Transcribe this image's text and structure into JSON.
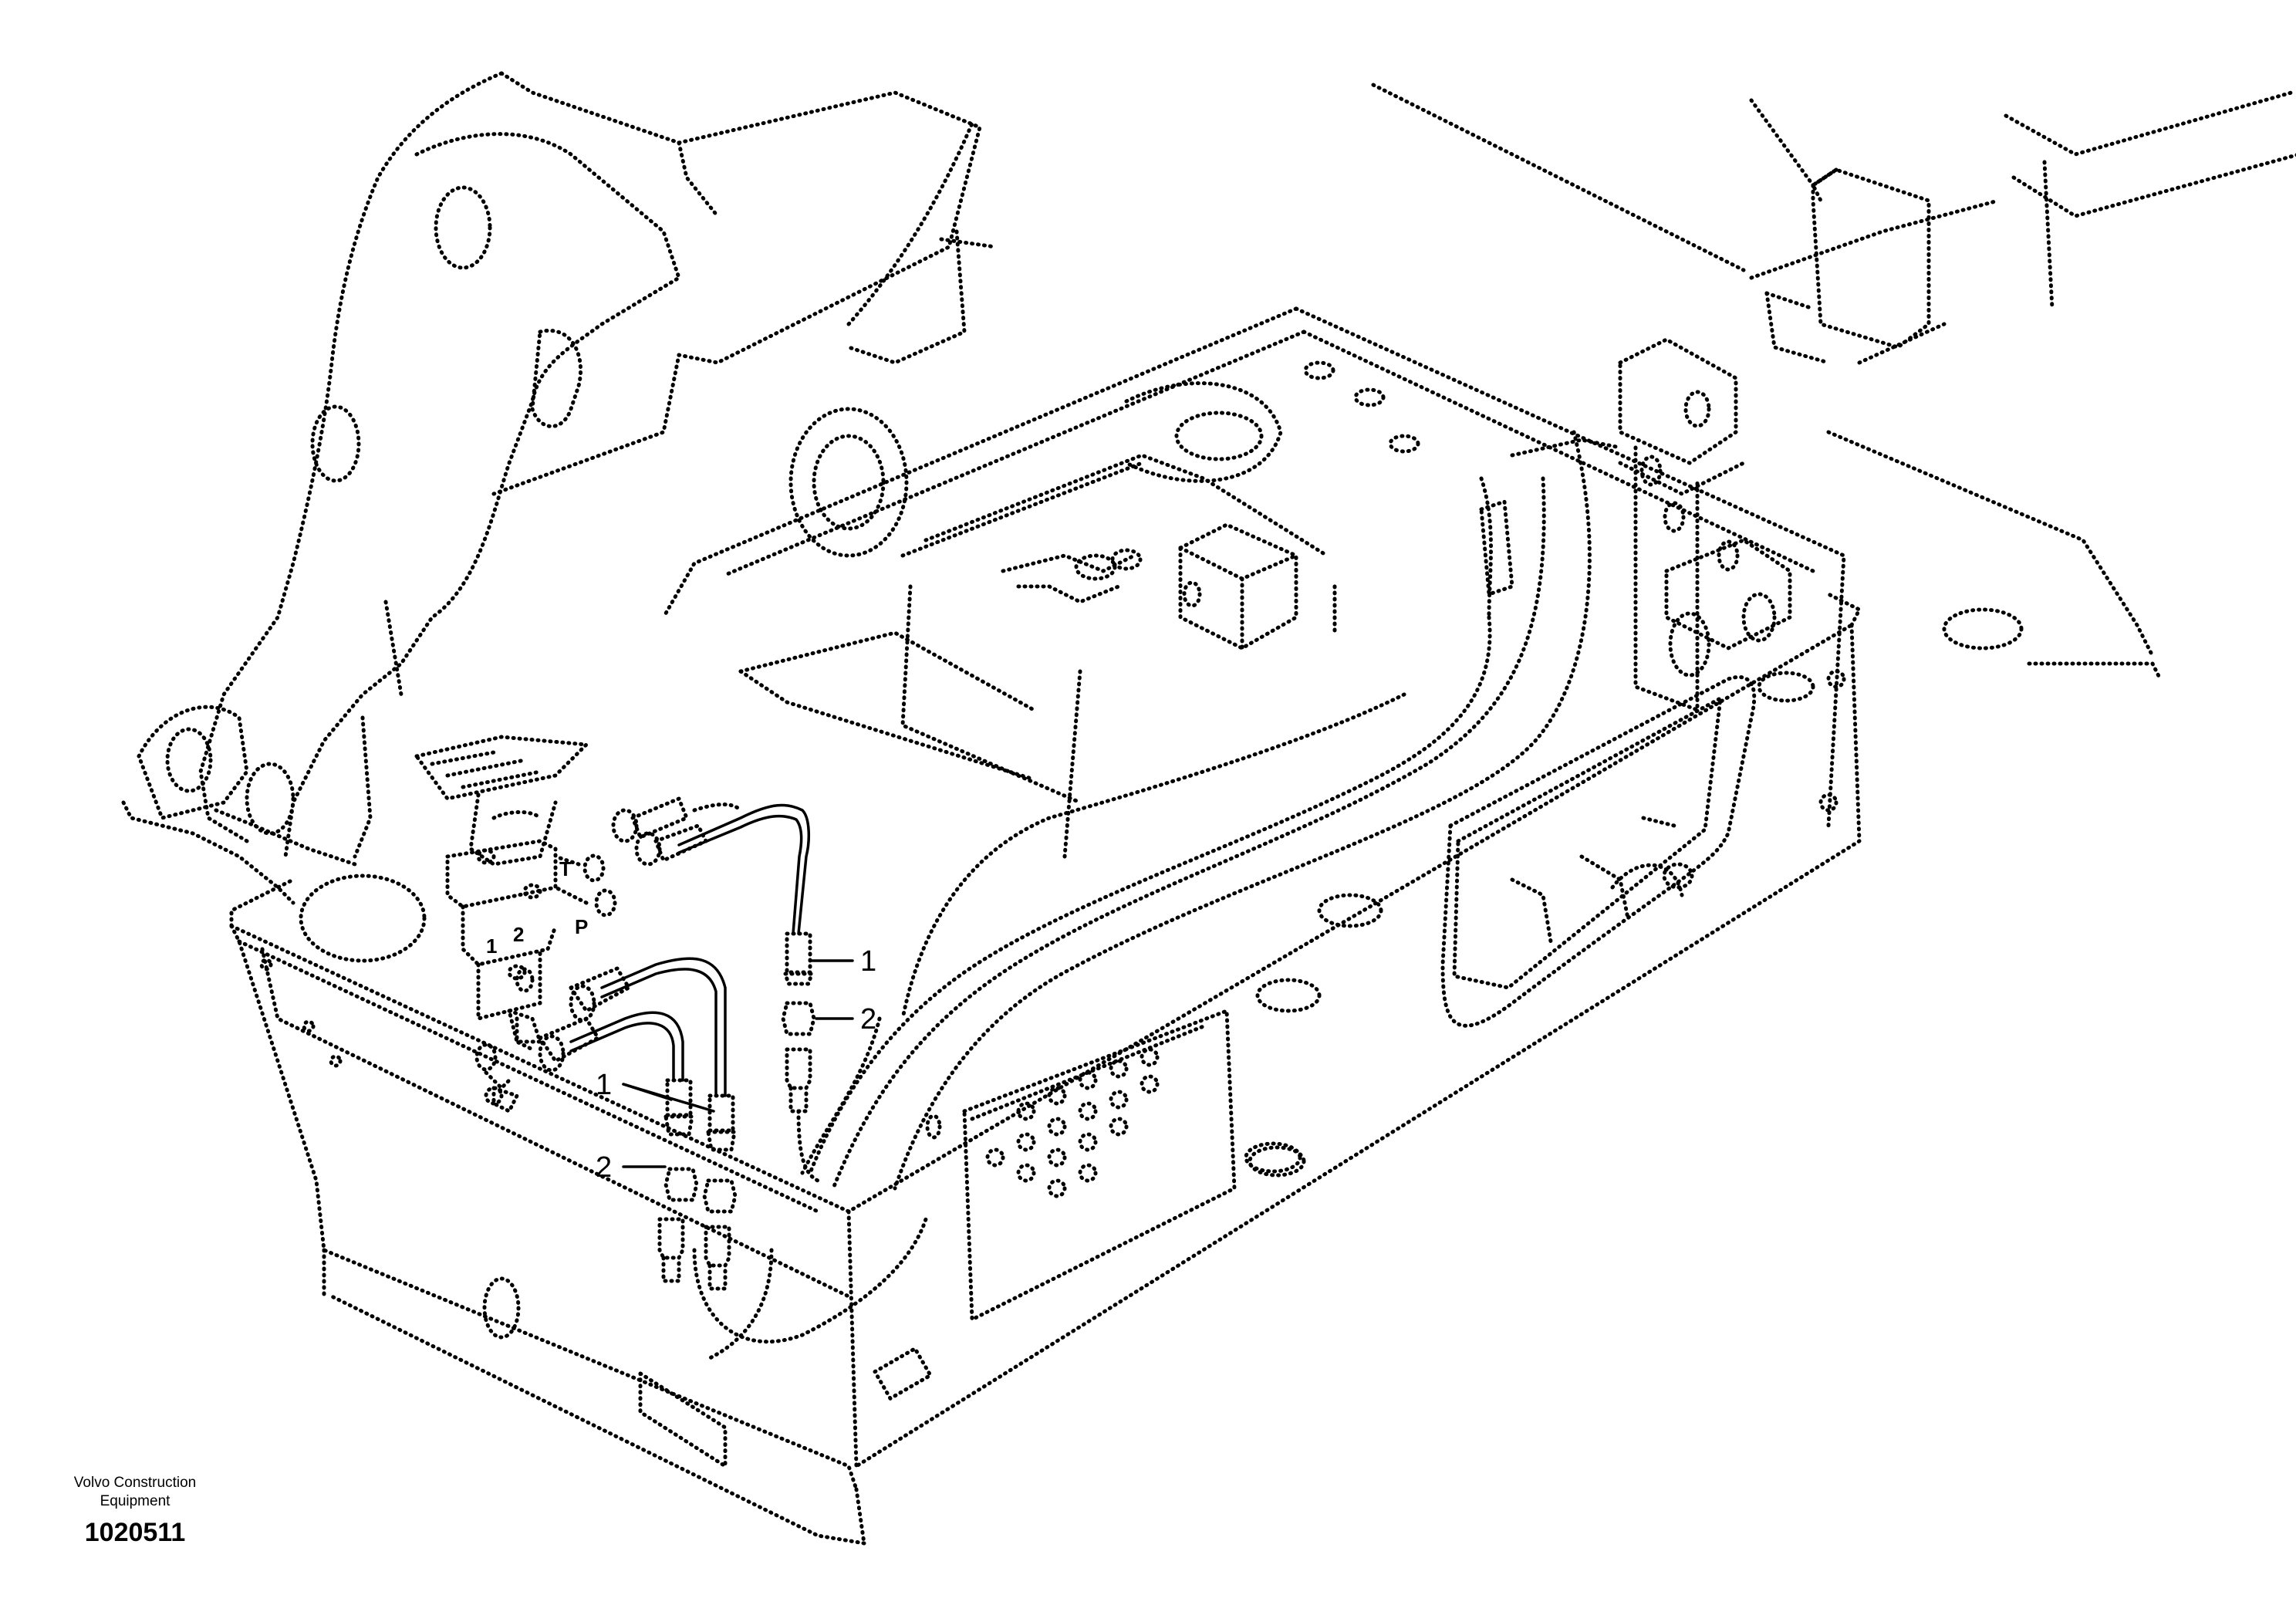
{
  "footer": {
    "company_line1": "Volvo Construction",
    "company_line2": "Equipment",
    "drawing_number": "1020511"
  },
  "callouts": {
    "item_1": "1",
    "item_2": "2"
  },
  "port_labels": {
    "tank": "T",
    "pressure": "P",
    "port_1": "1",
    "port_2": "2"
  }
}
